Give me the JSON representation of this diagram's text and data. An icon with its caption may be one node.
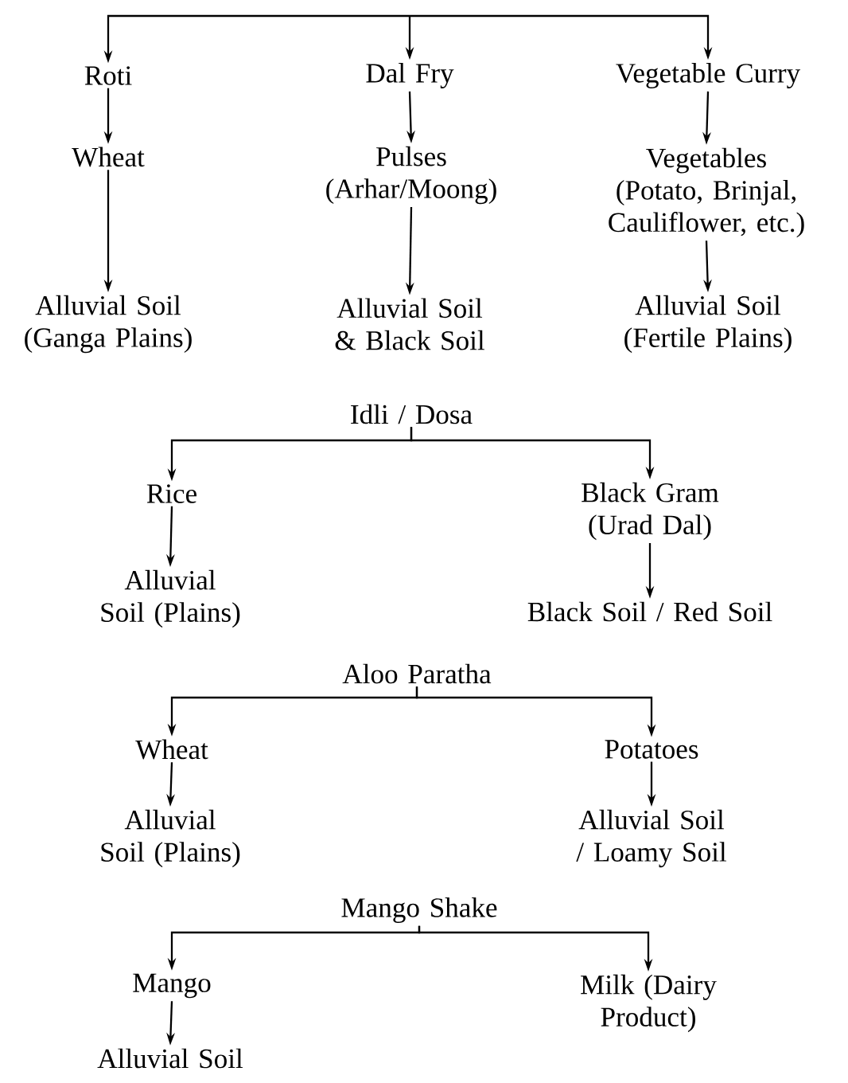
{
  "diagram": {
    "nodes": [
      {
        "text": [
          "Roti"
        ]
      },
      {
        "text": [
          "Dal Fry"
        ]
      },
      {
        "text": [
          "Vegetable Curry"
        ]
      },
      {
        "text": [
          "Wheat"
        ]
      },
      {
        "text": [
          "Pulses (Arhar/Moong)"
        ]
      },
      {
        "text": [
          "Vegetables (Potato, Brinjal, Cauliflower, etc.)"
        ]
      },
      {
        "text": [
          "Alluvial Soil (Ganga Plains)"
        ]
      },
      {
        "text": [
          "Alluvial Soil & Black Soil"
        ]
      },
      {
        "text": [
          "Alluvial Soil (Fertile Plains)"
        ]
      },
      {
        "text": [
          "Idli / Dosa"
        ]
      },
      {
        "text": [
          "Rice"
        ]
      },
      {
        "text": [
          "Black Gram (Urad Dal)"
        ]
      },
      {
        "text": [
          "Alluvial Soil (Plains)"
        ]
      },
      {
        "text": [
          "Black Soil / Red Soil"
        ]
      },
      {
        "text": [
          "Aloo Paratha"
        ]
      },
      {
        "text": [
          "Wheat"
        ]
      },
      {
        "text": [
          "Potatoes"
        ]
      },
      {
        "text": [
          "Alluvial Soil (Plains)"
        ]
      },
      {
        "text": [
          "Alluvial Soil / Loamy Soil"
        ]
      },
      {
        "text": [
          "Mango Shake"
        ]
      },
      {
        "text": [
          "Mango"
        ]
      },
      {
        "text": [
          "Milk (Dairy Product)"
        ]
      },
      {
        "text": [
          "Alluvial Soil"
        ]
      }
    ],
    "edges": [
      {
        "from": null,
        "to": 0,
        "arrow": "to"
      },
      {
        "from": null,
        "to": 1,
        "arrow": "to"
      },
      {
        "from": null,
        "to": 2,
        "arrow": "to"
      },
      {
        "from": 0,
        "to": 3,
        "arrow": "to"
      },
      {
        "from": 1,
        "to": 4,
        "arrow": "to"
      },
      {
        "from": 2,
        "to": 5,
        "arrow": "to"
      },
      {
        "from": 3,
        "to": 6,
        "arrow": "to"
      },
      {
        "from": 4,
        "to": 7,
        "arrow": "to"
      },
      {
        "from": 5,
        "to": 8,
        "arrow": "to"
      },
      {
        "from": 9,
        "to": 10,
        "arrow": "to"
      },
      {
        "from": 9,
        "to": 11,
        "arrow": "to"
      },
      {
        "from": 10,
        "to": 12,
        "arrow": "to"
      },
      {
        "from": 11,
        "to": 13,
        "arrow": "to"
      },
      {
        "from": 14,
        "to": 15,
        "arrow": "to"
      },
      {
        "from": 14,
        "to": 16,
        "arrow": "to"
      },
      {
        "from": 15,
        "to": 17,
        "arrow": "to"
      },
      {
        "from": 16,
        "to": 18,
        "arrow": "to"
      },
      {
        "from": 19,
        "to": 20,
        "arrow": "to"
      },
      {
        "from": 19,
        "to": 21,
        "arrow": "to"
      },
      {
        "from": 20,
        "to": 22,
        "arrow": "to"
      }
    ]
  }
}
